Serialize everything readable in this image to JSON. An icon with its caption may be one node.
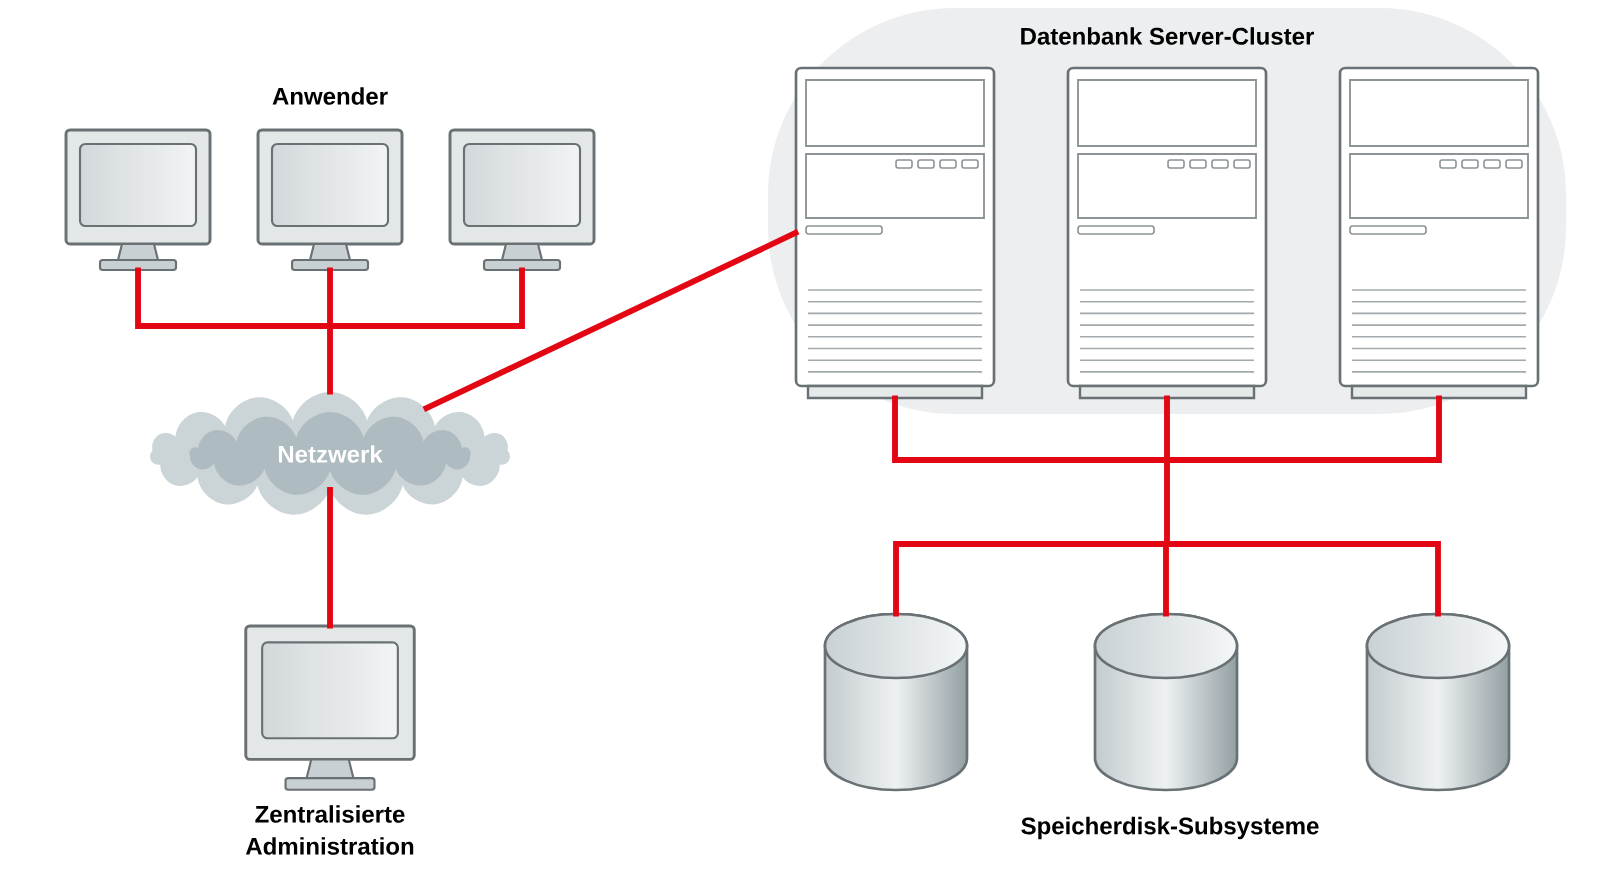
{
  "diagram": {
    "nodes": [
      {
        "text": [],
        "shape": "picture"
      },
      {
        "text": [],
        "shape": "picture"
      },
      {
        "text": [],
        "shape": "picture"
      },
      {
        "text": [
          "Netzwerk"
        ]
      },
      {
        "text": [],
        "shape": "picture",
        "beside": [
          "Zentralisierte Administration"
        ]
      },
      {
        "text": [
          "Datenbank Server-Cluster"
        ]
      },
      {
        "text": [],
        "shape": "picture",
        "in": 5
      },
      {
        "text": [],
        "shape": "picture",
        "in": 5
      },
      {
        "text": [],
        "shape": "picture",
        "in": 5
      },
      {
        "text": [],
        "shape": "cylinder"
      },
      {
        "text": [],
        "shape": "cylinder"
      },
      {
        "text": [],
        "shape": "cylinder"
      }
    ],
    "edges": [
      {
        "from": 0,
        "to": 3,
        "arrow": "none"
      },
      {
        "from": 1,
        "to": 3,
        "arrow": "none"
      },
      {
        "from": 2,
        "to": 3,
        "arrow": "none"
      },
      {
        "from": 3,
        "to": 4,
        "arrow": "none"
      },
      {
        "from": 3,
        "to": 6,
        "arrow": "none"
      },
      {
        "from": 6,
        "to": 9,
        "arrow": "none"
      },
      {
        "from": 6,
        "to": 10,
        "arrow": "none"
      },
      {
        "from": 6,
        "to": 11,
        "arrow": "none"
      },
      {
        "from": 7,
        "to": 9,
        "arrow": "none"
      },
      {
        "from": 7,
        "to": 10,
        "arrow": "none"
      },
      {
        "from": 7,
        "to": 11,
        "arrow": "none"
      },
      {
        "from": 8,
        "to": 9,
        "arrow": "none"
      },
      {
        "from": 8,
        "to": 10,
        "arrow": "none"
      },
      {
        "from": 8,
        "to": 11,
        "arrow": "none"
      }
    ],
    "labels": [
      "Anwender",
      "Speicherdisk-Subsysteme"
    ]
  }
}
